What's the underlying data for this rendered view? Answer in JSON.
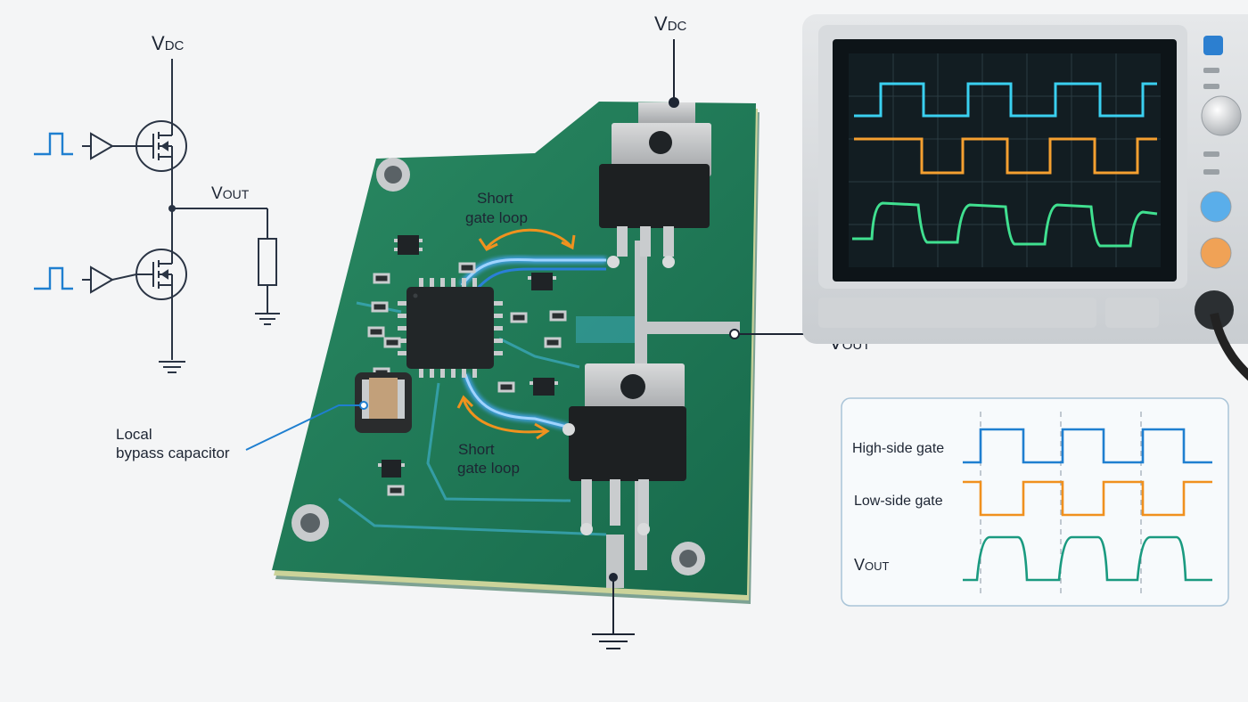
{
  "schematic": {
    "vdc_main": "V",
    "vdc_sub": "DC",
    "vout_main": "V",
    "vout_sub": "OUT"
  },
  "board": {
    "vdc_main": "V",
    "vdc_sub": "DC",
    "vout_main": "V",
    "vout_sub": "OUT",
    "gate_loop_top_line1": "Short",
    "gate_loop_top_line2": "gate loop",
    "gate_loop_bottom_line1": "Short",
    "gate_loop_bottom_line2": "gate loop",
    "bypass_line1": "Local",
    "bypass_line2": "bypass capacitor"
  },
  "timing": {
    "high_side": "High-side gate",
    "low_side": "Low-side gate",
    "vout_main": "V",
    "vout_sub": "OUT"
  },
  "colors": {
    "high_side": "#1f7fd0",
    "low_side": "#f0901e",
    "vout": "#1a9a80",
    "pcb": "#1f7a5a",
    "scope_cyan": "#3ad0f0",
    "scope_orange": "#f5a030",
    "scope_green": "#40e090"
  }
}
